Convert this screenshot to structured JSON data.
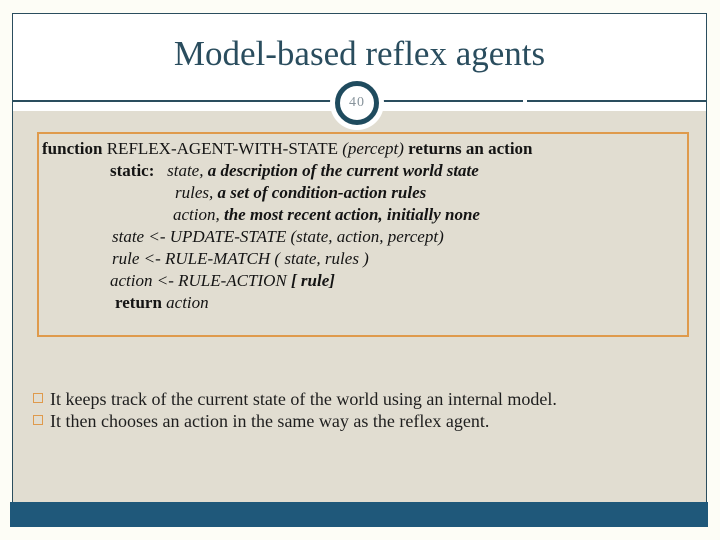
{
  "colors": {
    "accent_teal": "#2A4D5E",
    "footer_bar_teal": "#1F587A",
    "content_beige": "#E1DDD1",
    "accent_orange": "#DF9A4C",
    "slide_number_gray": "#87939B"
  },
  "slide": {
    "title": "Model-based reflex agents",
    "slide_number": "40",
    "code_box": {
      "lines": [
        {
          "indent": 3,
          "segments": [
            {
              "t": "function ",
              "c": "b"
            },
            {
              "t": "REFLEX-AGENT-WITH-STATE ",
              "c": "r"
            },
            {
              "t": "(percept)",
              "c": "i"
            },
            {
              "t": " ",
              "c": "r"
            },
            {
              "t": "returns an action",
              "c": "b"
            }
          ]
        },
        {
          "indent": 71,
          "segments": [
            {
              "t": "static:",
              "c": "b"
            },
            {
              "t": "   ",
              "c": "r"
            },
            {
              "t": "state,",
              "c": "i"
            },
            {
              "t": " a description of the current world state",
              "c": "bi"
            }
          ]
        },
        {
          "indent": 136,
          "segments": [
            {
              "t": "rules,",
              "c": "i"
            },
            {
              "t": " a set of condition-action rules",
              "c": "bi"
            }
          ]
        },
        {
          "indent": 134,
          "segments": [
            {
              "t": "action,",
              "c": "i"
            },
            {
              "t": " the most recent action, initially none",
              "c": "bi"
            }
          ]
        },
        {
          "indent": 73,
          "segments": [
            {
              "t": "state <- UPDATE-STATE (state, action, percept)",
              "c": "i"
            }
          ]
        },
        {
          "indent": 73,
          "segments": [
            {
              "t": "rule <- RULE-MATCH ( state, rules )",
              "c": "i"
            }
          ]
        },
        {
          "indent": 71,
          "segments": [
            {
              "t": "action <- RULE-ACTION ",
              "c": "i"
            },
            {
              "t": "[ rule]",
              "c": "bi"
            }
          ]
        },
        {
          "indent": 76,
          "segments": [
            {
              "t": "return ",
              "c": "b"
            },
            {
              "t": "action",
              "c": "i"
            }
          ]
        }
      ]
    },
    "bullets": [
      "It keeps track of the current state of the world using an internal model.",
      "It then chooses an action in the same way as the reflex agent."
    ]
  }
}
